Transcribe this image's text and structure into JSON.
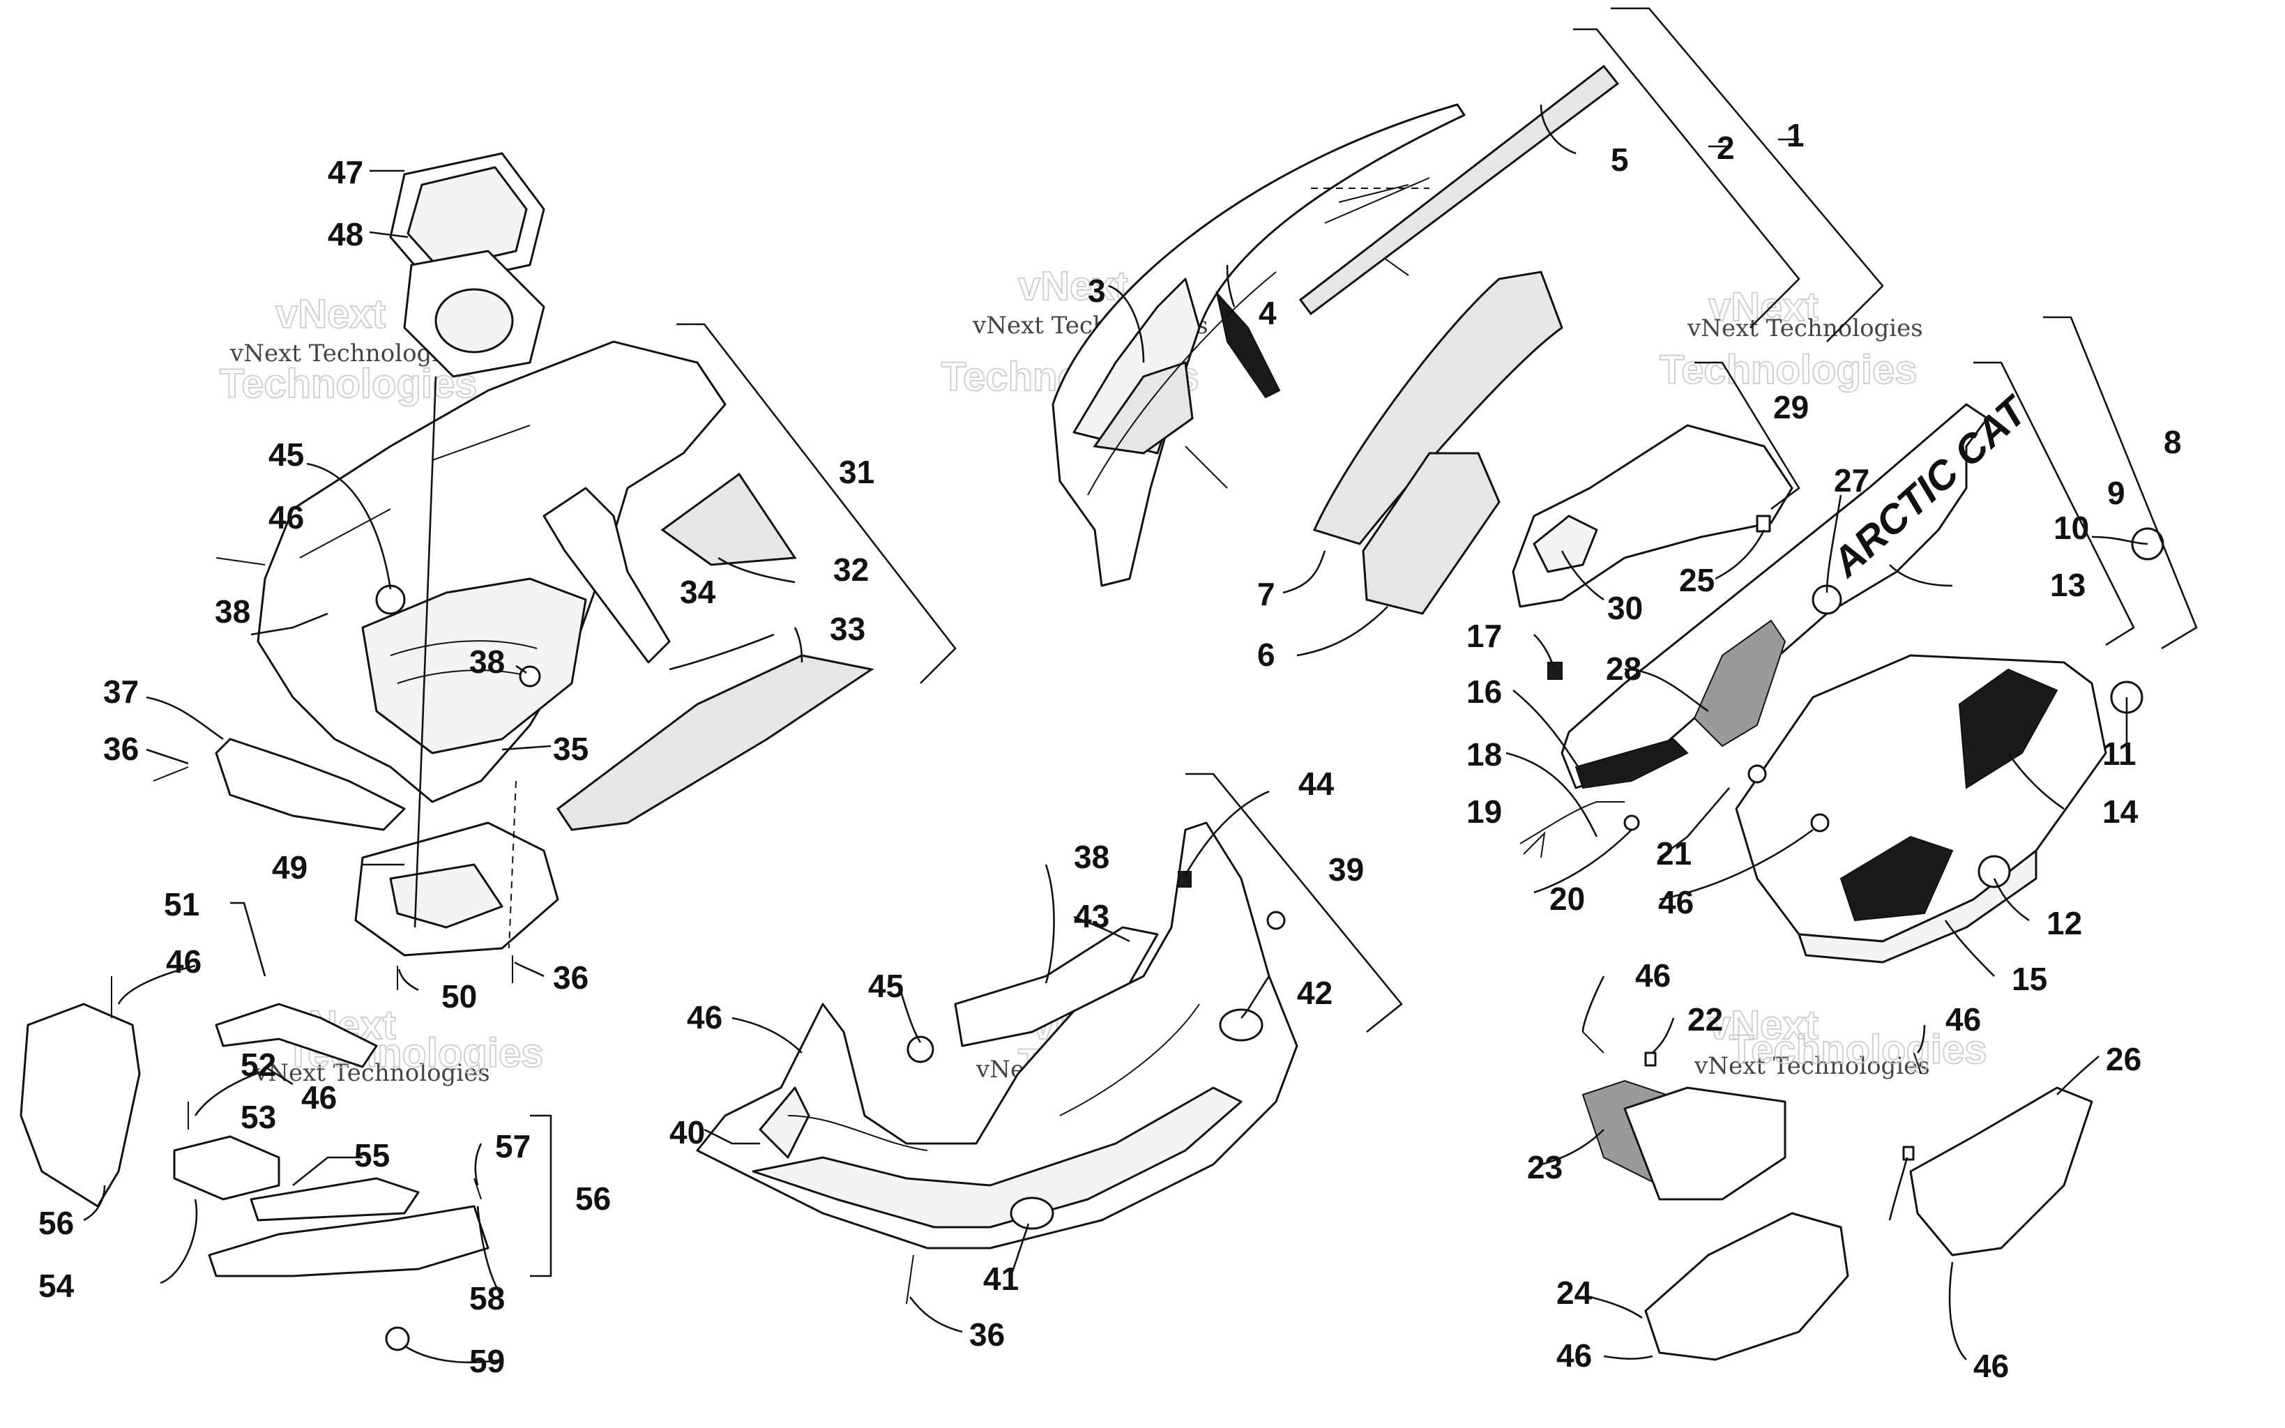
{
  "diagram": {
    "brand_decal_text": "ARCTIC CAT",
    "watermark": {
      "line1": "vNext",
      "line2": "vNext Technologies",
      "line3": "Technologies"
    },
    "callouts": [
      "1",
      "2",
      "3",
      "4",
      "5",
      "6",
      "7",
      "8",
      "9",
      "10",
      "11",
      "12",
      "13",
      "14",
      "15",
      "16",
      "17",
      "18",
      "19",
      "20",
      "21",
      "22",
      "23",
      "24",
      "25",
      "26",
      "27",
      "28",
      "29",
      "30",
      "31",
      "32",
      "33",
      "34",
      "35",
      "36",
      "37",
      "38",
      "39",
      "40",
      "41",
      "42",
      "43",
      "44",
      "45",
      "46",
      "47",
      "48",
      "49",
      "50",
      "51",
      "52",
      "53",
      "54",
      "55",
      "56",
      "57",
      "58",
      "59"
    ]
  }
}
